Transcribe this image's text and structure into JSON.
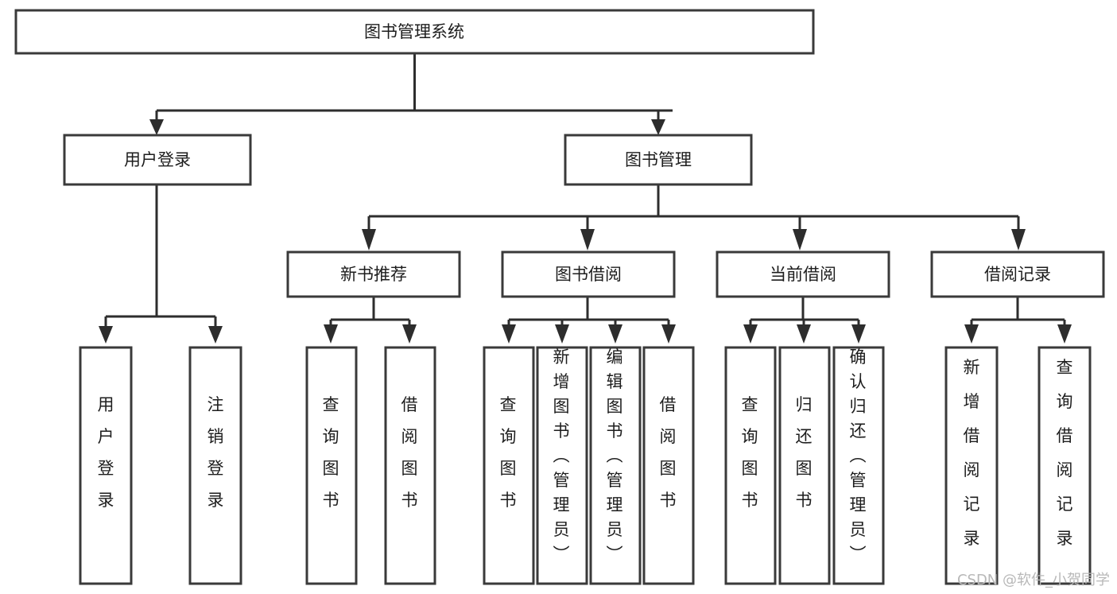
{
  "diagram": {
    "type": "tree-hierarchy-chart",
    "title_node": {
      "label": "图书管理系统"
    },
    "level2": [
      {
        "label": "用户登录"
      },
      {
        "label": "图书管理"
      }
    ],
    "level3": [
      {
        "label": "新书推荐"
      },
      {
        "label": "图书借阅"
      },
      {
        "label": "当前借阅"
      },
      {
        "label": "借阅记录"
      }
    ],
    "leaves": {
      "user_login": [
        {
          "label": "用户登录"
        },
        {
          "label": "注销登录"
        }
      ],
      "new_book_recommend": [
        {
          "label": "查询图书"
        },
        {
          "label": "借阅图书"
        }
      ],
      "book_borrow": [
        {
          "label": "查询图书"
        },
        {
          "label": "新增图书（管理员）"
        },
        {
          "label": "编辑图书（管理员）"
        },
        {
          "label": "借阅图书"
        }
      ],
      "current_borrow": [
        {
          "label": "查询图书"
        },
        {
          "label": "归还图书"
        },
        {
          "label": "确认归还（管理员）"
        }
      ],
      "borrow_record": [
        {
          "label": "新增借阅记录"
        },
        {
          "label": "查询借阅记录"
        }
      ]
    }
  },
  "watermark": {
    "text": "CSDN @软件_小贺同学"
  },
  "colors": {
    "stroke": "#3a3a3a",
    "connector": "#2d2d2d",
    "background": "#ffffff",
    "text": "#1d1d1d",
    "watermark": "#b8b8b8"
  }
}
